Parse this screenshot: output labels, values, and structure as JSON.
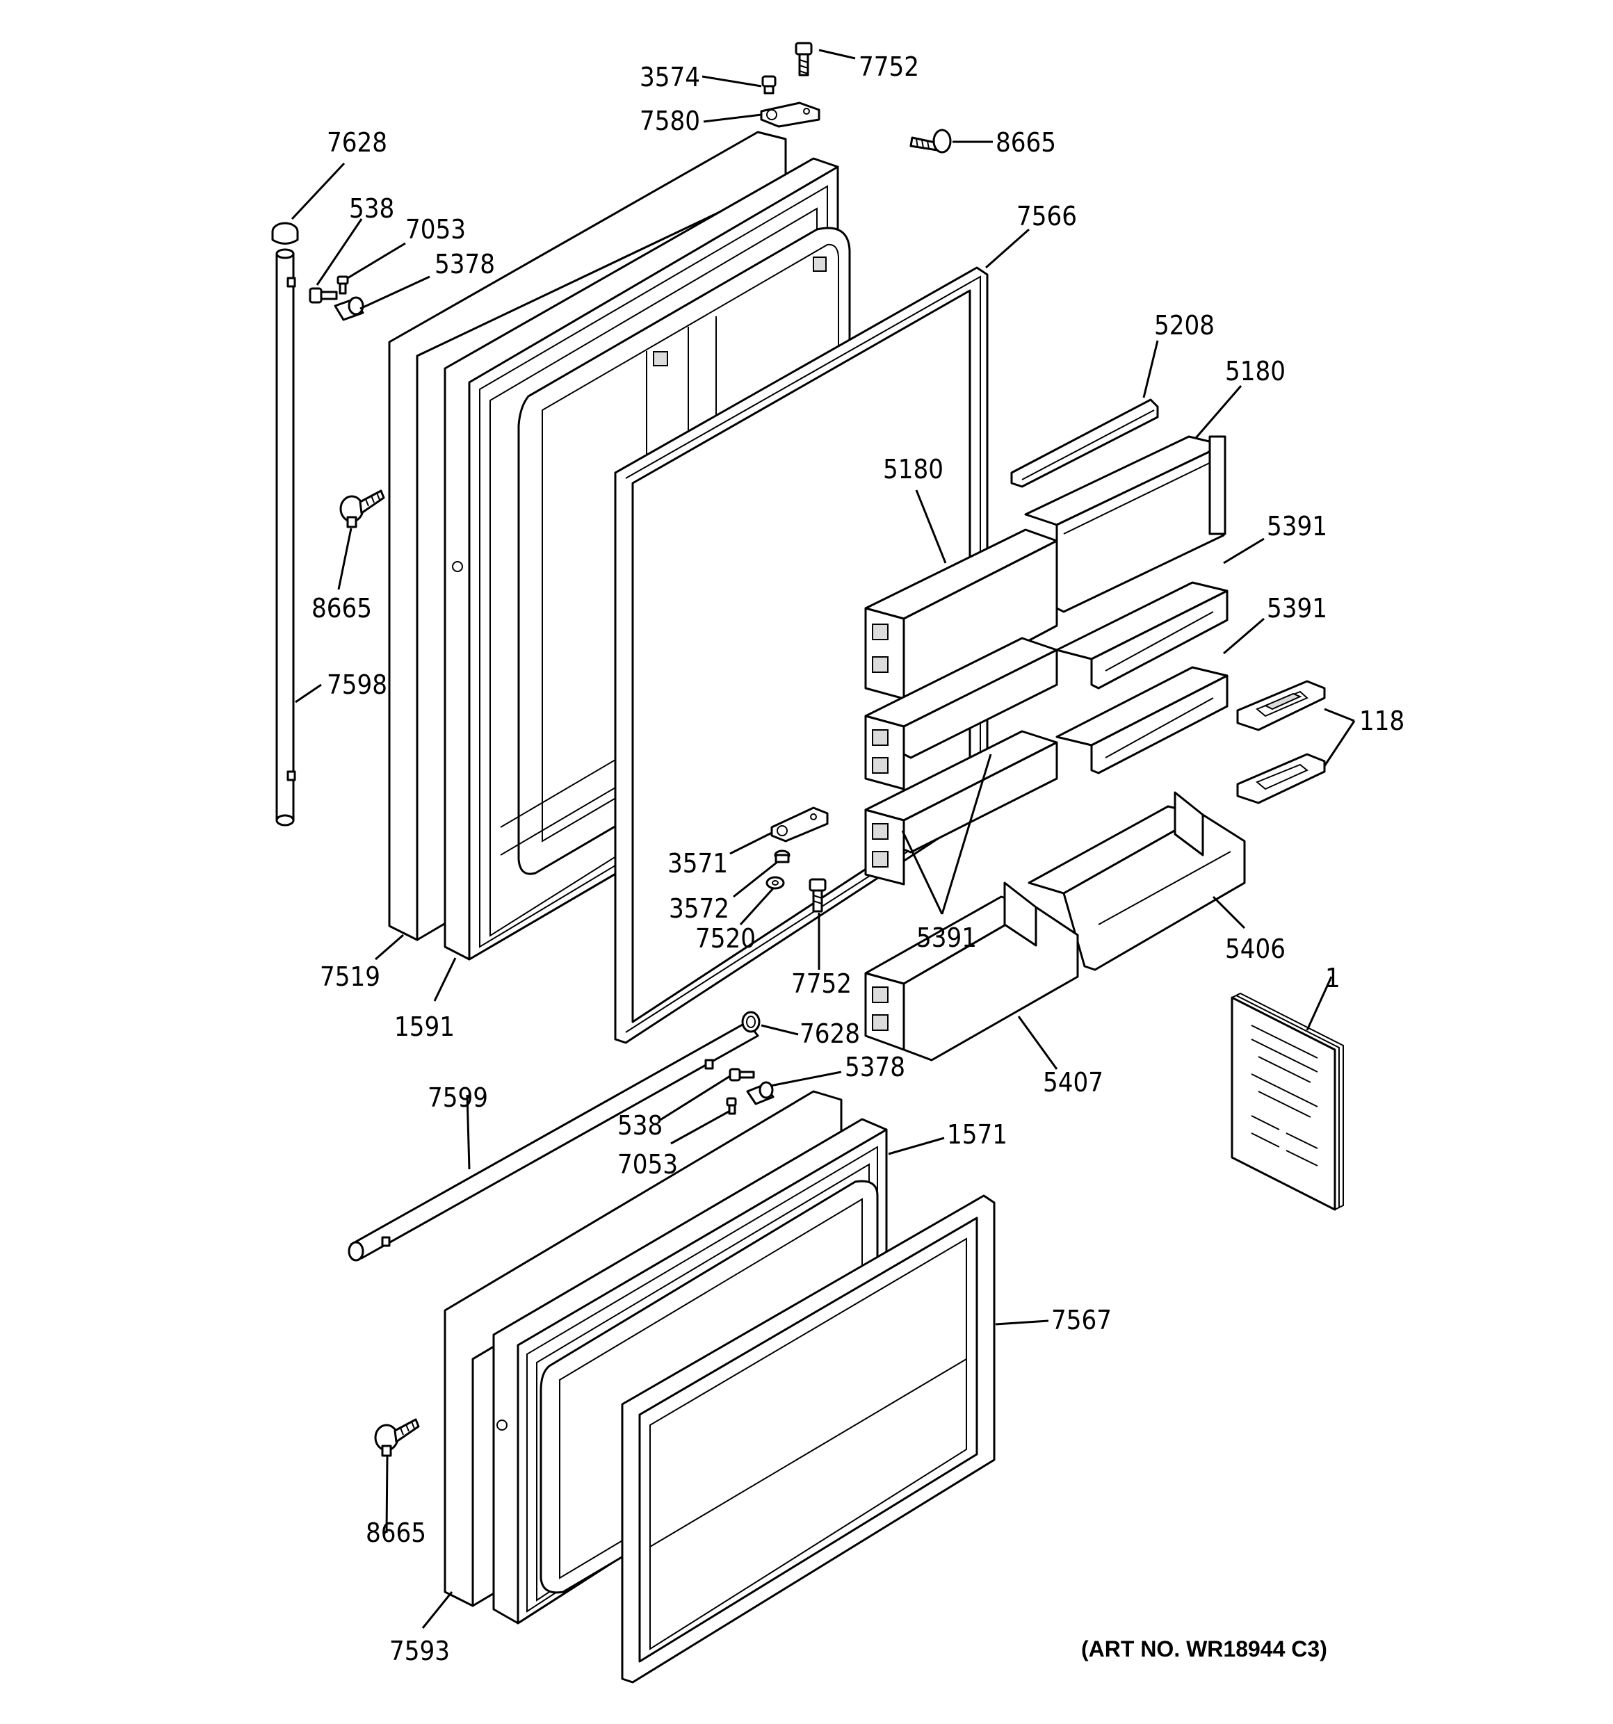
{
  "diagram": {
    "art_number": "(ART NO. WR18944 C3)",
    "callouts": [
      {
        "id": "c-7752-top",
        "label": "7752"
      },
      {
        "id": "c-3574",
        "label": "3574"
      },
      {
        "id": "c-7580",
        "label": "7580"
      },
      {
        "id": "c-8665-top",
        "label": "8665"
      },
      {
        "id": "c-7628-top",
        "label": "7628"
      },
      {
        "id": "c-538-top",
        "label": "538"
      },
      {
        "id": "c-7053-top",
        "label": "7053"
      },
      {
        "id": "c-5378-top",
        "label": "5378"
      },
      {
        "id": "c-7566",
        "label": "7566"
      },
      {
        "id": "c-5208",
        "label": "5208"
      },
      {
        "id": "c-5180-right",
        "label": "5180"
      },
      {
        "id": "c-5180-left",
        "label": "5180"
      },
      {
        "id": "c-5391-a",
        "label": "5391"
      },
      {
        "id": "c-5391-b",
        "label": "5391"
      },
      {
        "id": "c-118",
        "label": "118"
      },
      {
        "id": "c-8665-left",
        "label": "8665"
      },
      {
        "id": "c-7598",
        "label": "7598"
      },
      {
        "id": "c-3571",
        "label": "3571"
      },
      {
        "id": "c-3572",
        "label": "3572"
      },
      {
        "id": "c-7520",
        "label": "7520"
      },
      {
        "id": "c-7752-mid",
        "label": "7752"
      },
      {
        "id": "c-5391-c",
        "label": "5391"
      },
      {
        "id": "c-5406",
        "label": "5406"
      },
      {
        "id": "c-7519",
        "label": "7519"
      },
      {
        "id": "c-1591",
        "label": "1591"
      },
      {
        "id": "c-1",
        "label": "1"
      },
      {
        "id": "c-7628-bottom",
        "label": "7628"
      },
      {
        "id": "c-5378-bottom",
        "label": "5378"
      },
      {
        "id": "c-5407",
        "label": "5407"
      },
      {
        "id": "c-7599",
        "label": "7599"
      },
      {
        "id": "c-538-bottom",
        "label": "538"
      },
      {
        "id": "c-7053-bottom",
        "label": "7053"
      },
      {
        "id": "c-1571",
        "label": "1571"
      },
      {
        "id": "c-7567",
        "label": "7567"
      },
      {
        "id": "c-8665-bottom",
        "label": "8665"
      },
      {
        "id": "c-7593",
        "label": "7593"
      }
    ]
  }
}
